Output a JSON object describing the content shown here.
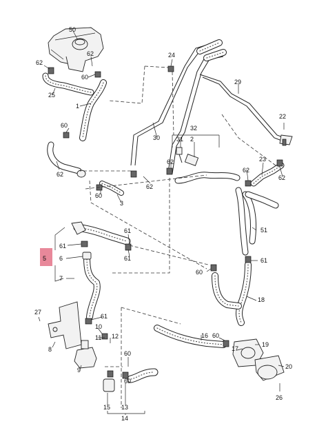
{
  "callouts": [
    {
      "id": "c50",
      "text": "50"
    },
    {
      "id": "c62a",
      "text": "62"
    },
    {
      "id": "c62b",
      "text": "62"
    },
    {
      "id": "c60a",
      "text": "60"
    },
    {
      "id": "c25",
      "text": "25"
    },
    {
      "id": "c1",
      "text": "1"
    },
    {
      "id": "c60b",
      "text": "60"
    },
    {
      "id": "c24",
      "text": "24"
    },
    {
      "id": "c29",
      "text": "29"
    },
    {
      "id": "c22",
      "text": "22"
    },
    {
      "id": "c30",
      "text": "30"
    },
    {
      "id": "c32",
      "text": "32"
    },
    {
      "id": "c31",
      "text": "31"
    },
    {
      "id": "c2",
      "text": "2"
    },
    {
      "id": "c62c",
      "text": "62"
    },
    {
      "id": "c62d",
      "text": "62"
    },
    {
      "id": "c62e",
      "text": "62"
    },
    {
      "id": "c62f",
      "text": "62"
    },
    {
      "id": "c23",
      "text": "23"
    },
    {
      "id": "c62g",
      "text": "62"
    },
    {
      "id": "c60c",
      "text": "60"
    },
    {
      "id": "c3",
      "text": "3"
    },
    {
      "id": "c51",
      "text": "51"
    },
    {
      "id": "c61a",
      "text": "61"
    },
    {
      "id": "c61b",
      "text": "61"
    },
    {
      "id": "c5",
      "text": "5"
    },
    {
      "id": "c6",
      "text": "6"
    },
    {
      "id": "c7",
      "text": "7"
    },
    {
      "id": "c61c",
      "text": "61"
    },
    {
      "id": "c60d",
      "text": "60"
    },
    {
      "id": "c61d",
      "text": "61"
    },
    {
      "id": "c18",
      "text": "18"
    },
    {
      "id": "c27",
      "text": "27"
    },
    {
      "id": "c61e",
      "text": "61"
    },
    {
      "id": "c10",
      "text": "10"
    },
    {
      "id": "c11",
      "text": "11"
    },
    {
      "id": "c12",
      "text": "12"
    },
    {
      "id": "c8",
      "text": "8"
    },
    {
      "id": "c16",
      "text": "16"
    },
    {
      "id": "c60e",
      "text": "60"
    },
    {
      "id": "c19",
      "text": "19"
    },
    {
      "id": "c17",
      "text": "17"
    },
    {
      "id": "c9",
      "text": "9"
    },
    {
      "id": "c60f",
      "text": "60"
    },
    {
      "id": "c20",
      "text": "20"
    },
    {
      "id": "c60g",
      "text": "60"
    },
    {
      "id": "c26",
      "text": "26"
    },
    {
      "id": "c15",
      "text": "15"
    },
    {
      "id": "c13",
      "text": "13"
    },
    {
      "id": "c14",
      "text": "14"
    }
  ],
  "highlight_color": "#e8889a",
  "line_color": "#222222"
}
